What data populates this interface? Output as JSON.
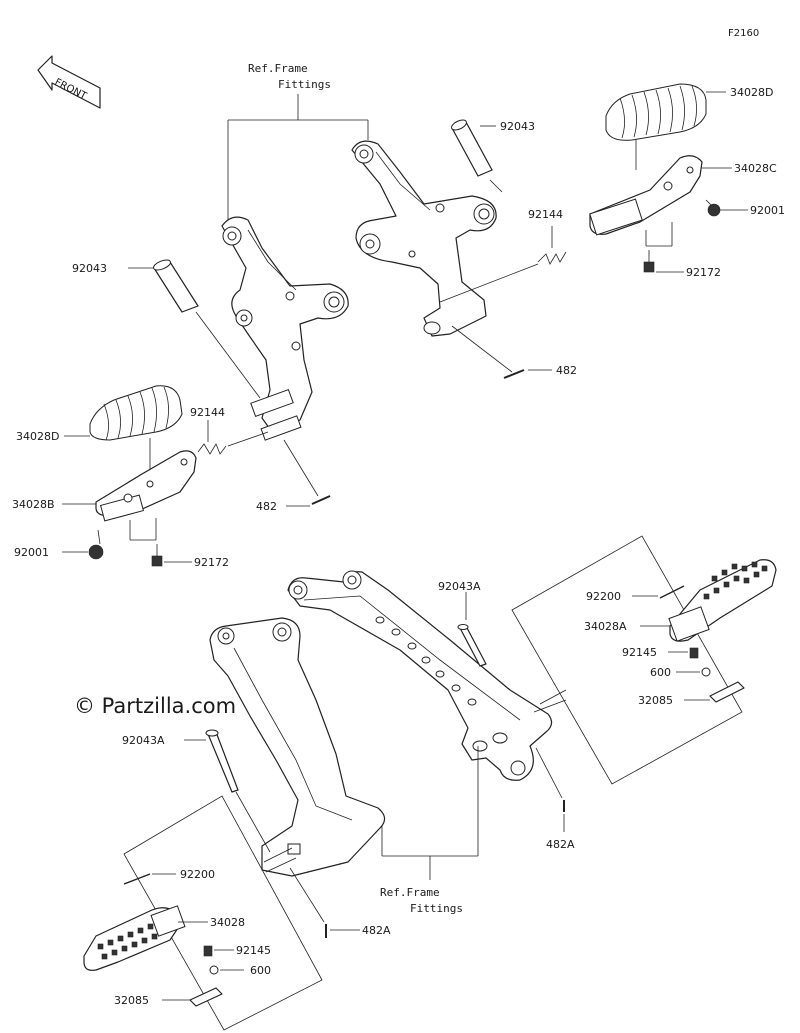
{
  "figure_code": "F2160",
  "watermark": "© Partzilla.com",
  "front_badge": "FRONT",
  "ref_frame": {
    "line1": "Ref.Frame",
    "line2": "Fittings"
  },
  "callouts": [
    {
      "id": "c-34028D-tr",
      "text": "34028D"
    },
    {
      "id": "c-92043-tr",
      "text": "92043"
    },
    {
      "id": "c-34028C",
      "text": "34028C"
    },
    {
      "id": "c-92001-tr",
      "text": "92001"
    },
    {
      "id": "c-92144-tr",
      "text": "92144"
    },
    {
      "id": "c-92172-tr",
      "text": "92172"
    },
    {
      "id": "c-482-tr",
      "text": "482"
    },
    {
      "id": "c-92043-l",
      "text": "92043"
    },
    {
      "id": "c-92144-l",
      "text": "92144"
    },
    {
      "id": "c-34028D-l",
      "text": "34028D"
    },
    {
      "id": "c-34028B",
      "text": "34028B"
    },
    {
      "id": "c-482-l",
      "text": "482"
    },
    {
      "id": "c-92001-l",
      "text": "92001"
    },
    {
      "id": "c-92172-l",
      "text": "92172"
    },
    {
      "id": "c-92043A-c",
      "text": "92043A"
    },
    {
      "id": "c-92200-r",
      "text": "92200"
    },
    {
      "id": "c-34028A",
      "text": "34028A"
    },
    {
      "id": "c-92145-r",
      "text": "92145"
    },
    {
      "id": "c-600-r",
      "text": "600"
    },
    {
      "id": "c-32085-r",
      "text": "32085"
    },
    {
      "id": "c-92043A-l",
      "text": "92043A"
    },
    {
      "id": "c-482A-r",
      "text": "482A"
    },
    {
      "id": "c-92200-l",
      "text": "92200"
    },
    {
      "id": "c-34028",
      "text": "34028"
    },
    {
      "id": "c-482A-l",
      "text": "482A"
    },
    {
      "id": "c-92145-l",
      "text": "92145"
    },
    {
      "id": "c-600-l",
      "text": "600"
    },
    {
      "id": "c-32085-l",
      "text": "32085"
    }
  ]
}
